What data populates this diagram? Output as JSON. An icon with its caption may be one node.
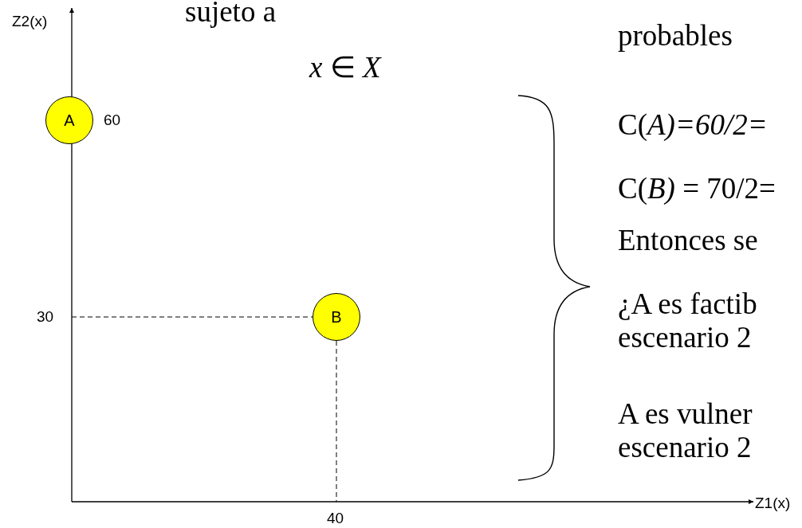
{
  "diagram": {
    "nodes": [
      {
        "text": [
          "A"
        ],
        "beside": [
          "60"
        ]
      },
      {
        "text": [
          "B"
        ]
      }
    ],
    "edges": [],
    "labels": [
      "Z2(x)",
      "sujeto a",
      "*x* ∈ *X*",
      "probables",
      "C(*A)=60/2=*",
      "C(*B)* = 70/2=",
      "Entonces se",
      "30",
      "¿A es factib escenario 2",
      "A es vulner escenario 2",
      "40",
      "Z1(x)"
    ]
  }
}
